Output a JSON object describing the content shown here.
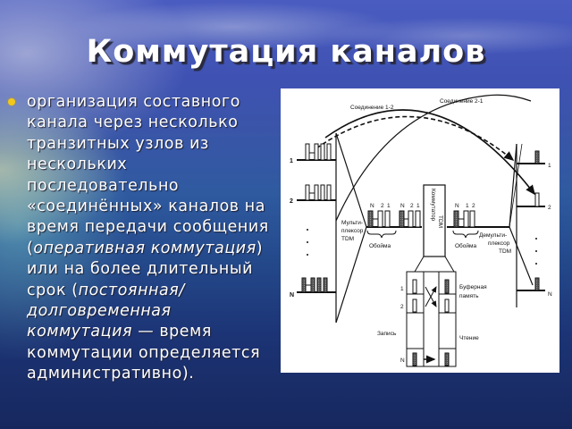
{
  "slide": {
    "title": "Коммутация каналов",
    "bullet": {
      "icon": "bullet-dot",
      "color": "#f2c81a",
      "parts": {
        "p1": "организация составного канала через несколько транзитных узлов из нескольких последовательно «соединённых» каналов на время передачи сообщения (",
        "p2_italic": "оперативная коммутация",
        "p3": ") или на более длительный срок (",
        "p4_italic": "постоянная/долговременная коммутация —",
        "p5": " время коммутации определяется административно)."
      }
    }
  },
  "diagram": {
    "labels": {
      "connection_1_2": "Соединение 1-2",
      "connection_2_1": "Соединение 2-1",
      "multiplexer": [
        "Мульти-",
        "плексор",
        "TDM"
      ],
      "demultiplexer": [
        "Демульти-",
        "плексор",
        "TDM"
      ],
      "switch": [
        "Коммутатор",
        "TDM"
      ],
      "frame_left": "Обойма",
      "frame_right": "Обойма",
      "buffer_memory": [
        "Буферная",
        "память"
      ],
      "write": "Запись",
      "read": "Чтение"
    },
    "input_channels": [
      "1",
      "2",
      "N"
    ],
    "output_channels": [
      "1",
      "2",
      "N"
    ],
    "frame1_slots": [
      "N",
      "2",
      "1"
    ],
    "frame2_slots": [
      "N",
      "2",
      "1"
    ],
    "frame3_slots": [
      "N",
      "1",
      "2"
    ],
    "buffer_rows": [
      "1",
      "2",
      "N"
    ]
  }
}
